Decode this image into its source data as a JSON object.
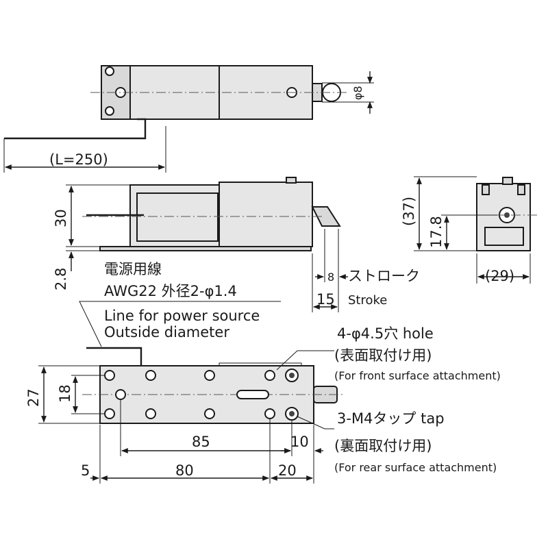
{
  "labels": {
    "wire_length": "(L=250)",
    "top_dia": "φ8",
    "height_30": "30",
    "height_2_8": "2.8",
    "height_37": "(37)",
    "height_17_8": "17.8",
    "width_29": "(29)",
    "stroke_8": "8",
    "stroke_jp": "ストローク",
    "stroke_15": "15",
    "stroke_en": "Stroke",
    "power_jp": "電源用線",
    "power_awg": "AWG22 外径2-φ1.4",
    "power_en1": "Line for power source",
    "power_en2": "Outside diameter",
    "hole_label": "4-φ4.5穴 hole",
    "front_jp": "(表面取付け用)",
    "front_en": "(For front surface attachment)",
    "tap_label": "3-M4タップ tap",
    "rear_jp": "(裏面取付け用)",
    "rear_en": "(For rear surface attachment)",
    "dim_27": "27",
    "dim_18": "18",
    "dim_85": "85",
    "dim_10": "10",
    "dim_5": "5",
    "dim_80": "80",
    "dim_20": "20"
  },
  "colors": {
    "body": "#d9d9d9",
    "line": "#1a1a1a"
  }
}
